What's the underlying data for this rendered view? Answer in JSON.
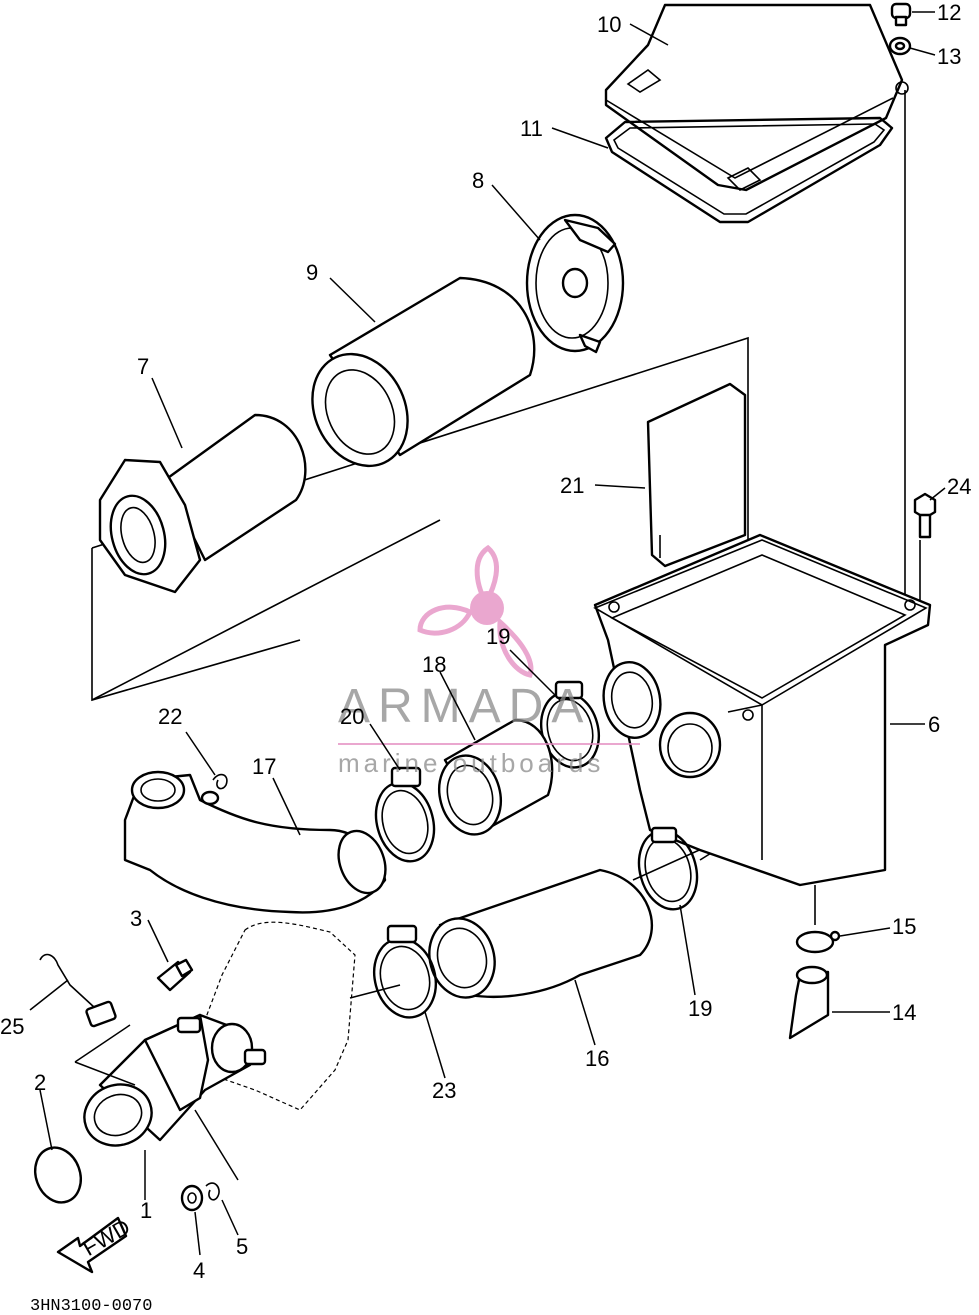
{
  "diagram": {
    "drawing_code": "3HN3100-0070",
    "fwd_arrow": "FWD",
    "callouts": [
      {
        "id": "c1",
        "text": "1"
      },
      {
        "id": "c2",
        "text": "2"
      },
      {
        "id": "c3",
        "text": "3"
      },
      {
        "id": "c4",
        "text": "4"
      },
      {
        "id": "c5",
        "text": "5"
      },
      {
        "id": "c6",
        "text": "6"
      },
      {
        "id": "c7",
        "text": "7"
      },
      {
        "id": "c8",
        "text": "8"
      },
      {
        "id": "c9",
        "text": "9"
      },
      {
        "id": "c10",
        "text": "10"
      },
      {
        "id": "c11",
        "text": "11"
      },
      {
        "id": "c12",
        "text": "12"
      },
      {
        "id": "c13",
        "text": "13"
      },
      {
        "id": "c14",
        "text": "14"
      },
      {
        "id": "c15",
        "text": "15"
      },
      {
        "id": "c16",
        "text": "16"
      },
      {
        "id": "c17",
        "text": "17"
      },
      {
        "id": "c18",
        "text": "18"
      },
      {
        "id": "c19a",
        "text": "19"
      },
      {
        "id": "c19b",
        "text": "19"
      },
      {
        "id": "c20",
        "text": "20"
      },
      {
        "id": "c21",
        "text": "21"
      },
      {
        "id": "c22",
        "text": "22"
      },
      {
        "id": "c23",
        "text": "23"
      },
      {
        "id": "c24",
        "text": "24"
      },
      {
        "id": "c25",
        "text": "25"
      }
    ]
  },
  "watermark": {
    "brand": "ARMADA",
    "tagline": "marine outboards",
    "logo_color": "#e48ac0",
    "text_color": "#8a8a8a"
  }
}
